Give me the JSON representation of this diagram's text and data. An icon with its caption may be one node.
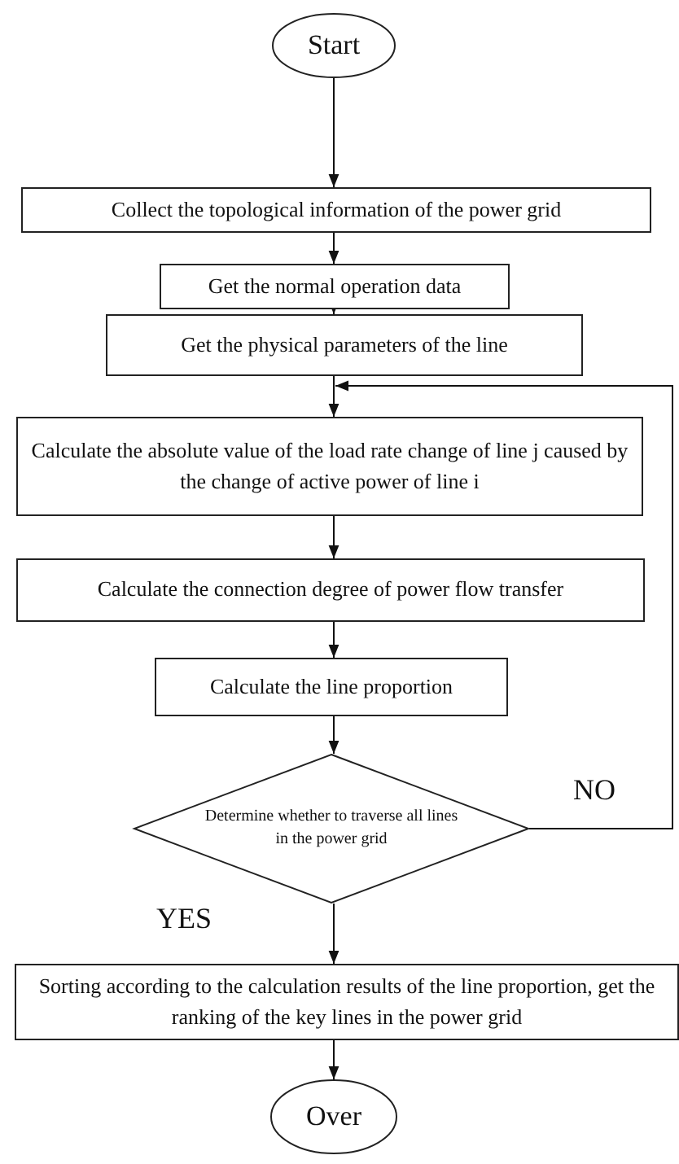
{
  "diagram": {
    "nodes": [
      {
        "text": [
          "Start"
        ]
      },
      {
        "text": [
          "Collect the topological information of the power grid"
        ]
      },
      {
        "text": [
          "Get the normal operation data"
        ]
      },
      {
        "text": [
          "Get the physical parameters of the line"
        ]
      },
      {
        "text": [
          "Calculate the absolute value of the load rate change of line j caused by the change of active power of line i"
        ]
      },
      {
        "text": [
          "Calculate the connection degree of power flow transfer"
        ]
      },
      {
        "text": [
          "Calculate the line proportion"
        ]
      },
      {
        "text": [
          "Determine whether to traverse all lines in the power grid"
        ]
      },
      {
        "text": [
          "Sorting according to the calculation results of the line proportion, get the ranking of the key lines in the power grid"
        ]
      },
      {
        "text": [
          "Over"
        ]
      }
    ],
    "edges": [
      {
        "from": 0,
        "to": 1,
        "arrow": "to"
      },
      {
        "from": 1,
        "to": 2,
        "arrow": "to"
      },
      {
        "from": 2,
        "to": 3,
        "arrow": "to"
      },
      {
        "from": 3,
        "to": 4,
        "arrow": "to"
      },
      {
        "from": 4,
        "to": 5,
        "arrow": "to"
      },
      {
        "from": 5,
        "to": 6,
        "arrow": "to"
      },
      {
        "from": 6,
        "to": 7,
        "arrow": "to"
      },
      {
        "from": 7,
        "to": 4,
        "arrow": "to",
        "label": "NO"
      },
      {
        "from": 7,
        "to": 8,
        "arrow": "to",
        "label": "YES"
      },
      {
        "from": 8,
        "to": 9,
        "arrow": "to"
      }
    ]
  }
}
